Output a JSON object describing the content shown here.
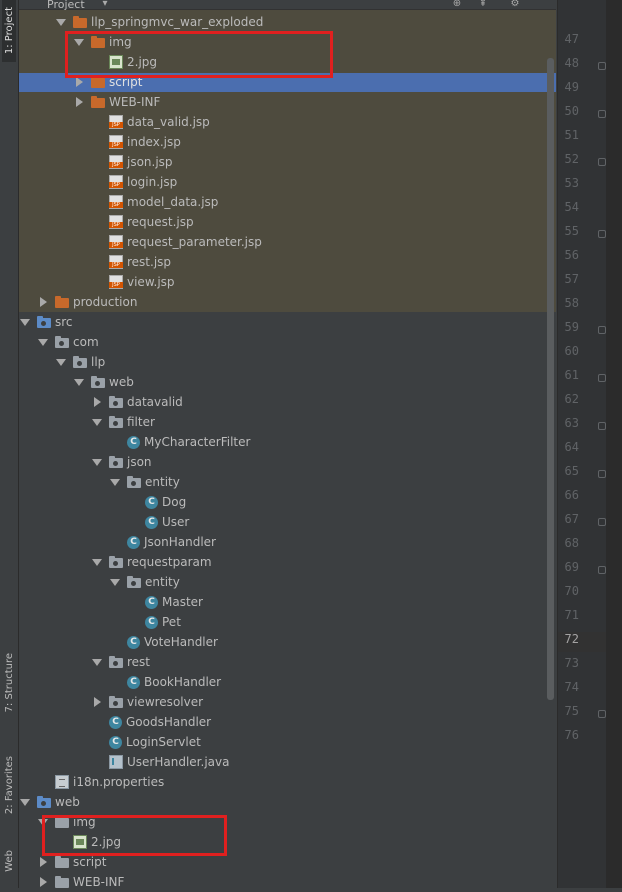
{
  "tool_window": {
    "title": "Project",
    "side_tabs": [
      "1: Project",
      "7: Structure",
      "2: Favorites",
      "Web"
    ]
  },
  "tree": [
    {
      "label": "llp_springmvc_war_exploded",
      "kind": "folder-orange",
      "level": 3,
      "arrow": "down"
    },
    {
      "label": "img",
      "kind": "folder-orange",
      "level": 4,
      "arrow": "down"
    },
    {
      "label": "2.jpg",
      "kind": "image",
      "level": 5,
      "arrow": "none"
    },
    {
      "label": "script",
      "kind": "folder-orange",
      "level": 4,
      "arrow": "right",
      "selected": true
    },
    {
      "label": "WEB-INF",
      "kind": "folder-orange",
      "level": 4,
      "arrow": "right"
    },
    {
      "label": "data_valid.jsp",
      "kind": "jsp",
      "level": 5,
      "arrow": "none"
    },
    {
      "label": "index.jsp",
      "kind": "jsp",
      "level": 5,
      "arrow": "none"
    },
    {
      "label": "json.jsp",
      "kind": "jsp",
      "level": 5,
      "arrow": "none"
    },
    {
      "label": "login.jsp",
      "kind": "jsp",
      "level": 5,
      "arrow": "none"
    },
    {
      "label": "model_data.jsp",
      "kind": "jsp",
      "level": 5,
      "arrow": "none"
    },
    {
      "label": "request.jsp",
      "kind": "jsp",
      "level": 5,
      "arrow": "none"
    },
    {
      "label": "request_parameter.jsp",
      "kind": "jsp",
      "level": 5,
      "arrow": "none"
    },
    {
      "label": "rest.jsp",
      "kind": "jsp",
      "level": 5,
      "arrow": "none"
    },
    {
      "label": "view.jsp",
      "kind": "jsp",
      "level": 5,
      "arrow": "none"
    },
    {
      "label": "production",
      "kind": "folder-orange",
      "level": 2,
      "arrow": "right"
    },
    {
      "label": "src",
      "kind": "folder-blue",
      "level": 1,
      "arrow": "down"
    },
    {
      "label": "com",
      "kind": "package",
      "level": 2,
      "arrow": "down"
    },
    {
      "label": "llp",
      "kind": "package",
      "level": 3,
      "arrow": "down"
    },
    {
      "label": "web",
      "kind": "package",
      "level": 4,
      "arrow": "down"
    },
    {
      "label": "datavalid",
      "kind": "package",
      "level": 5,
      "arrow": "right"
    },
    {
      "label": "filter",
      "kind": "package",
      "level": 5,
      "arrow": "down"
    },
    {
      "label": "MyCharacterFilter",
      "kind": "class",
      "level": 6,
      "arrow": "none"
    },
    {
      "label": "json",
      "kind": "package",
      "level": 5,
      "arrow": "down"
    },
    {
      "label": "entity",
      "kind": "package",
      "level": 6,
      "arrow": "down"
    },
    {
      "label": "Dog",
      "kind": "class",
      "level": 7,
      "arrow": "none"
    },
    {
      "label": "User",
      "kind": "class",
      "level": 7,
      "arrow": "none"
    },
    {
      "label": "JsonHandler",
      "kind": "class",
      "level": 6,
      "arrow": "none"
    },
    {
      "label": "requestparam",
      "kind": "package",
      "level": 5,
      "arrow": "down"
    },
    {
      "label": "entity",
      "kind": "package",
      "level": 6,
      "arrow": "down"
    },
    {
      "label": "Master",
      "kind": "class",
      "level": 7,
      "arrow": "none"
    },
    {
      "label": "Pet",
      "kind": "class",
      "level": 7,
      "arrow": "none"
    },
    {
      "label": "VoteHandler",
      "kind": "class",
      "level": 6,
      "arrow": "none"
    },
    {
      "label": "rest",
      "kind": "package",
      "level": 5,
      "arrow": "down"
    },
    {
      "label": "BookHandler",
      "kind": "class",
      "level": 6,
      "arrow": "none"
    },
    {
      "label": "viewresolver",
      "kind": "package",
      "level": 5,
      "arrow": "right"
    },
    {
      "label": "GoodsHandler",
      "kind": "class",
      "level": 5,
      "arrow": "none"
    },
    {
      "label": "LoginServlet",
      "kind": "class",
      "level": 5,
      "arrow": "none"
    },
    {
      "label": "UserHandler.java",
      "kind": "java",
      "level": 5,
      "arrow": "none"
    },
    {
      "label": "i18n.properties",
      "kind": "properties",
      "level": 2,
      "arrow": "none"
    },
    {
      "label": "web",
      "kind": "folder-blue",
      "level": 1,
      "arrow": "down"
    },
    {
      "label": "img",
      "kind": "folder",
      "level": 2,
      "arrow": "down"
    },
    {
      "label": "2.jpg",
      "kind": "image",
      "level": 3,
      "arrow": "none"
    },
    {
      "label": "script",
      "kind": "folder",
      "level": 2,
      "arrow": "right"
    },
    {
      "label": "WEB-INF",
      "kind": "folder",
      "level": 2,
      "arrow": "right"
    }
  ],
  "gutter": {
    "line_numbers": [
      "47",
      "48",
      "49",
      "50",
      "51",
      "52",
      "53",
      "54",
      "55",
      "56",
      "57",
      "58",
      "59",
      "60",
      "61",
      "62",
      "63",
      "64",
      "65",
      "66",
      "67",
      "68",
      "69",
      "70",
      "71",
      "72",
      "73",
      "74",
      "75",
      "76"
    ],
    "current_line": "72"
  },
  "colors": {
    "highlight": "#e0201f",
    "selection": "#4b6eaf",
    "excluded_background": "#4e4b3e"
  }
}
